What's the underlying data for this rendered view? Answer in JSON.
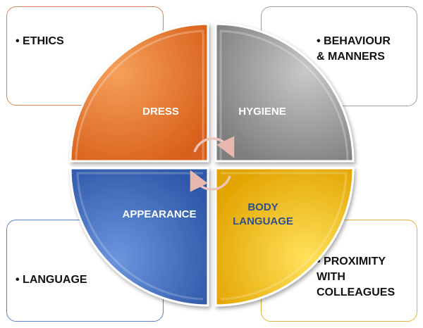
{
  "quadrants": [
    {
      "label": "DRESS",
      "color": "#ef7d2d",
      "text_color": "#ffffff"
    },
    {
      "label": "HYGIENE",
      "color": "#a3a3a3",
      "text_color": "#ffffff"
    },
    {
      "label": "APPEARANCE",
      "color": "#4472c4",
      "text_color": "#ffffff"
    },
    {
      "label": "BODY\nLANGUAGE",
      "label_line1": "BODY",
      "label_line2": "LANGUAGE",
      "color": "#ffc000",
      "text_color": "#2f4f8f"
    }
  ],
  "boxes": [
    {
      "text": "• ETHICS",
      "border": "#d9805a"
    },
    {
      "text": "• BEHAVIOUR\n  & MANNERS",
      "border": "#a0a0a0"
    },
    {
      "text": "• LANGUAGE",
      "border": "#5b7fc4"
    },
    {
      "text": "• PROXIMITY\n  WITH\n  COLLEAGUES",
      "border": "#e0b43a"
    }
  ]
}
